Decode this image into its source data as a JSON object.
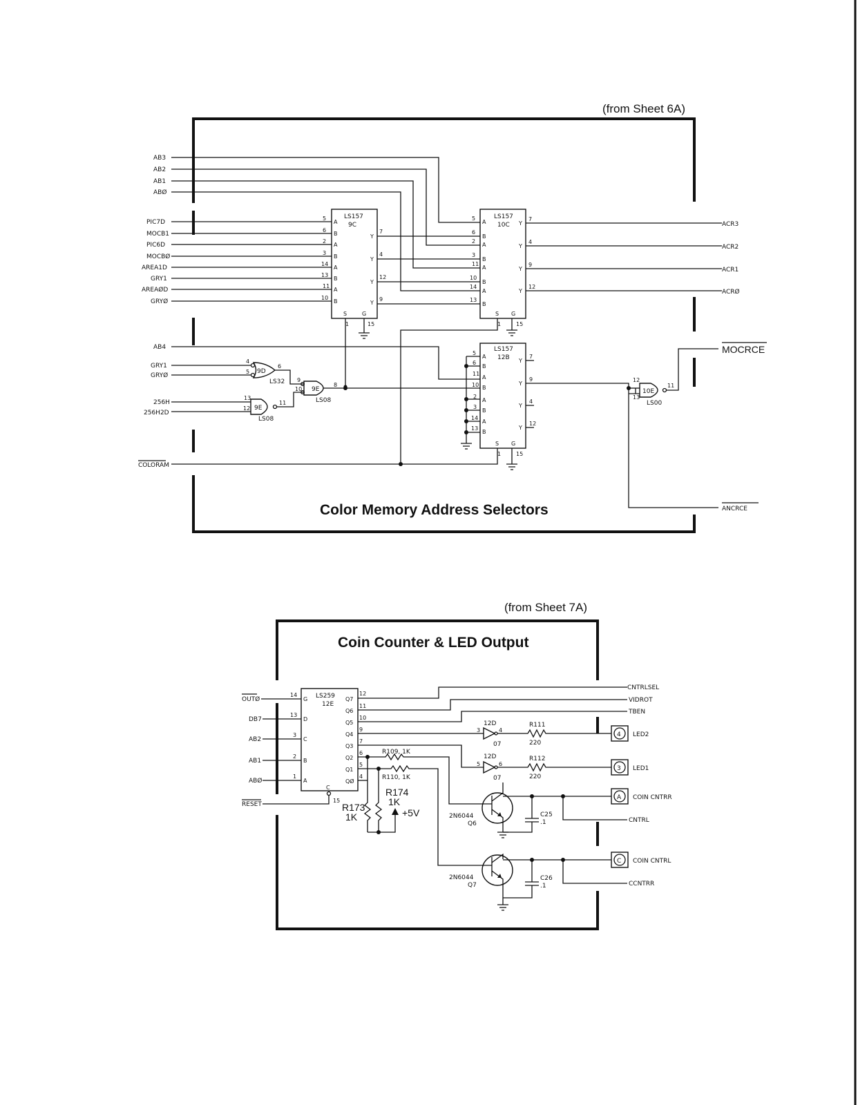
{
  "top_panel": {
    "from_sheet": "(from Sheet 6A)",
    "title": "Color Memory Address Selectors",
    "left_signals": [
      "AB3",
      "AB2",
      "AB1",
      "ABØ",
      "PIC7D",
      "MOCB1",
      "PIC6D",
      "MOCBØ",
      "AREA1D",
      "GRY1",
      "AREAØD",
      "GRYØ"
    ],
    "lower_left_signals": [
      "AB4",
      "GRY1",
      "GRYØ",
      "256H",
      "256H2D",
      "COLORAM"
    ],
    "outputs": [
      "ACR3",
      "ACR2",
      "ACR1",
      "ACRØ",
      "MOCRCE",
      "ANCRCE"
    ],
    "chips": {
      "c9c": {
        "type": "LS157",
        "ref": "9C"
      },
      "c10c": {
        "type": "LS157",
        "ref": "10C"
      },
      "c12b": {
        "type": "LS157",
        "ref": "12B"
      },
      "g9d": {
        "ref": "9D",
        "type": "LS32"
      },
      "g9e_top": {
        "ref": "9E",
        "type": "LS08"
      },
      "g9e_bot": {
        "ref": "9E",
        "type": "LS08"
      },
      "g10e": {
        "ref": "10E",
        "type": "LS00"
      }
    }
  },
  "bottom_panel": {
    "from_sheet": "(from Sheet 7A)",
    "title": "Coin Counter & LED Output",
    "left_signals": [
      "OUTØ",
      "DB7",
      "AB2",
      "AB1",
      "ABØ",
      "RESET"
    ],
    "chip": {
      "type": "LS259",
      "ref": "12E"
    },
    "chip_outputs": [
      "Q7",
      "Q6",
      "Q5",
      "Q4",
      "Q3",
      "Q2",
      "Q1",
      "QØ"
    ],
    "outputs": [
      "CNTRLSEL",
      "VIDROT",
      "TBEN",
      "LED2",
      "LED1",
      "COIN CNTRR",
      "CNTRL",
      "COIN CNTRL",
      "CCNTRR"
    ],
    "connectors": [
      "4",
      "3",
      "A",
      "C"
    ],
    "components": {
      "r111": {
        "ref": "R111",
        "value": "220"
      },
      "r112": {
        "ref": "R112",
        "value": "220"
      },
      "r109": "R109, 1K",
      "r110": "R110, 1K",
      "r173": {
        "ref": "R173",
        "value": "1K"
      },
      "r174": {
        "ref": "R174",
        "value": "1K"
      },
      "supply": "+5V",
      "buffer_top": {
        "ref": "12D",
        "type": "07"
      },
      "buffer_bot": {
        "ref": "12D",
        "type": "07"
      },
      "q6": {
        "part": "2N6044",
        "ref": "Q6"
      },
      "q7": {
        "part": "2N6044",
        "ref": "Q7"
      },
      "c25": {
        "ref": "C25",
        "value": ".1"
      },
      "c26": {
        "ref": "C26",
        "value": ".1"
      }
    }
  }
}
